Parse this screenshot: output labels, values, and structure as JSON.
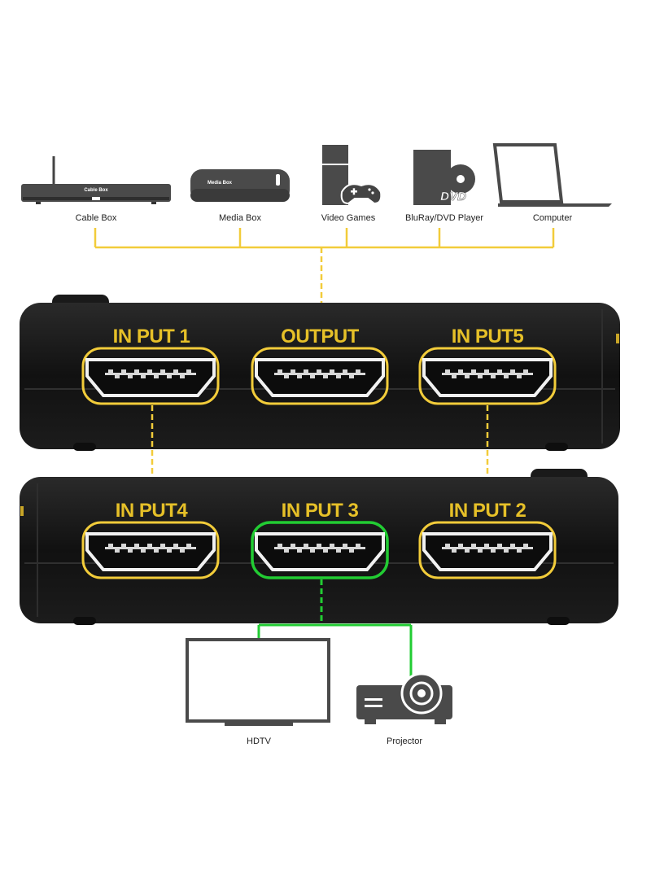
{
  "colors": {
    "highlight": "#f2cc3a",
    "label_gold": "#e6c028",
    "active_green": "#22cc33",
    "device_gray": "#4a4a4a",
    "switch_body": "#141414"
  },
  "sources": [
    {
      "label": "Cable Box",
      "screen_text": "Cable Box",
      "icon": "cable-box-icon"
    },
    {
      "label": "Media Box",
      "screen_text": "Media Box",
      "icon": "media-box-icon"
    },
    {
      "label": "Video Games",
      "icon": "game-console-icon"
    },
    {
      "label": "BluRay/DVD Player",
      "screen_text": "DVD",
      "icon": "dvd-player-icon"
    },
    {
      "label": "Computer",
      "icon": "laptop-icon"
    }
  ],
  "switch_top": {
    "ports": [
      {
        "label": "IN PUT 1"
      },
      {
        "label": "OUTPUT"
      },
      {
        "label": "IN PUT5"
      }
    ]
  },
  "switch_bottom": {
    "ports": [
      {
        "label": "IN PUT4"
      },
      {
        "label": "IN PUT 3",
        "active": true
      },
      {
        "label": "IN PUT 2"
      }
    ]
  },
  "outputs": [
    {
      "label": "HDTV",
      "icon": "tv-icon"
    },
    {
      "label": "Projector",
      "icon": "projector-icon"
    }
  ]
}
